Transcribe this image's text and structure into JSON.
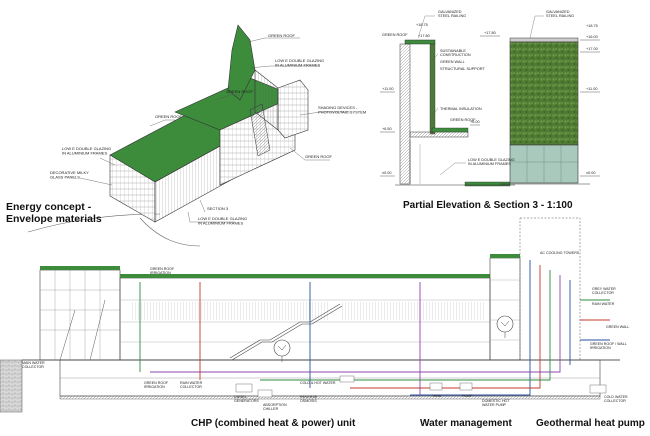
{
  "captions": {
    "energy_line1": "Energy concept -",
    "energy_line2": "Envelope materials",
    "partial": "Partial Elevation & Section 3 -  1:100",
    "chp": "CHP (combined heat & power) unit",
    "water": "Water management",
    "geo": "Geothermal heat pump"
  },
  "axo_labels": {
    "green_roof_top": "GREEN ROOF",
    "lowe_top_1": "LOW E DOUBLE GLAZING",
    "lowe_top_2": "IN ALUMINIUM FRAMES",
    "green_roof_mid": "GREEN ROOF",
    "green_roof_left": "GREEN ROOF",
    "shading_1": "SHADING DEVICES -",
    "shading_2": "PHOTOVOLTAIC SYSTEM",
    "lowe_left_1": "LOW E DOUBLE GLAZING",
    "lowe_left_2": "IN ALUMINIUM FRAMES",
    "green_roof_right": "GREEN ROOF",
    "deco_1": "DECORATIVE MILKY",
    "deco_2": "GLASS PANELS",
    "section3": "SECTION 3",
    "lowe_bot_1": "LOW E DOUBLE GLAZING",
    "lowe_bot_2": "IN ALUMINIUM FRAMES"
  },
  "elev_labels": {
    "lvl_1875": "+18.75",
    "lvl_1770": "+17.80",
    "lvl_1700": "+17.00",
    "lvl_1600": "+16.00",
    "lvl_1100": "+11.00",
    "lvl_650": "+6.50",
    "lvl_600": "+6.00",
    "lvl_000": "±0.00",
    "green_roof": "GREEN ROOF",
    "galv_1": "GALVANIZED",
    "galv_2": "STEEL RAILING",
    "sus_1": "SUSTAINABLE",
    "sus_2": "CONSTRUCTION",
    "green_wall": "GREEN WALL",
    "struct": "STRUCTURAL SUPPORT",
    "thermal": "THERMAL INSULATION",
    "green_roof_2": "GREEN ROOF",
    "lowe_1": "LOW E DOUBLE GLAZING",
    "lowe_2": "IN ALUMINIUM FRAMES"
  },
  "sec_labels": {
    "cooling": "AC COOLING TOWERS",
    "green_roof_irr_1": "GREEN ROOF",
    "green_roof_irr_2": "IRRIGATION",
    "grey_water": "GREY WATER",
    "collector": "COLLECTOR",
    "rain_water": "RAIN WATER",
    "green_wall": "GREEN WALL",
    "green_roof_wall": "GREEN ROOF / WALL",
    "irrigation": "IRRIGATION",
    "main_water_1": "MAIN WATER",
    "main_water_2": "COLLECTOR",
    "green_roof_b_1": "GREEN ROOF",
    "green_roof_b_2": "IRRIGATION",
    "rain_water_b_1": "RAIN WATER",
    "rain_water_b_2": "COLLECTOR",
    "cold_hot": "COLD & HOT WATER",
    "diesel_1": "DIESEL",
    "diesel_2": "GENERATORS",
    "absorption_1": "ABSORPTION",
    "absorption_2": "CHILLER",
    "reverse_1": "REVERSE",
    "reverse_2": "OSMOSIS",
    "tank": "TANK",
    "pump": "PUMP",
    "domestic_1": "DOMESTIC HOT",
    "domestic_2": "WATER PUMP",
    "coldwater_1": "COLD WATER",
    "coldwater_2": "COLLECTOR"
  },
  "colors": {
    "green_roof": "#3c8c3c",
    "green_wall": "#4d7a36",
    "glass": "#9fc3b8",
    "pipe_blue": "#2a4fa0",
    "pipe_red": "#c0392b",
    "pipe_green": "#2e8b3e",
    "pipe_purple": "#8e44ad"
  }
}
